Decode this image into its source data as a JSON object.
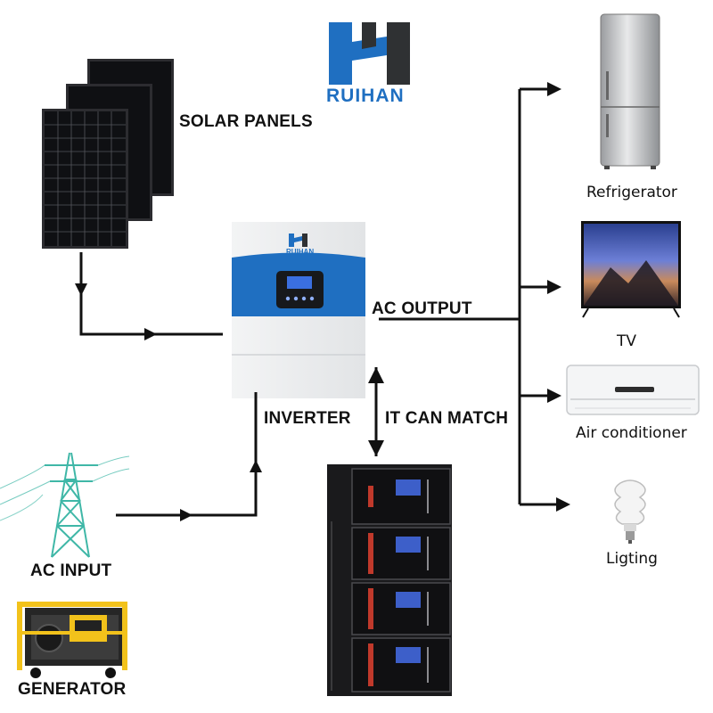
{
  "brand": {
    "logo_text": "RUIHAN",
    "primary_color": "#1f6fc1",
    "dark_color": "#2f3133"
  },
  "labels": {
    "solar_panels": "SOLAR PANELS",
    "inverter": "INVERTER",
    "ac_output": "AC OUTPUT",
    "it_can_match": "IT CAN MATCH",
    "ac_input": "AC INPUT",
    "generator": "GENERATOR"
  },
  "loads": [
    {
      "name": "Refrigerator",
      "icon": "refrigerator-icon"
    },
    {
      "name": "TV",
      "icon": "tv-icon"
    },
    {
      "name": "Air conditioner",
      "icon": "air-conditioner-icon"
    },
    {
      "name": "Ligting",
      "icon": "light-bulb-icon"
    }
  ],
  "inverter_device": {
    "logo_text": "RUIHAN",
    "accent_color": "#1f6fc1"
  },
  "battery_rack": {
    "module_count": 4
  },
  "colors": {
    "line": "#111111",
    "pylon": "#3fb7a7",
    "generator_frame": "#f2c21b",
    "battery_handle": "#c0392b"
  }
}
